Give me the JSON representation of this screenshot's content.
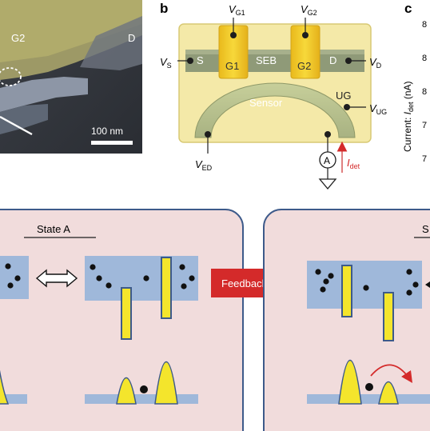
{
  "panel_a": {
    "label_g2": "G2",
    "label_d": "D",
    "scale_bar": "100 nm"
  },
  "panel_b": {
    "letter": "b",
    "vg1": "V",
    "vg1_sub": "G1",
    "vg2": "V",
    "vg2_sub": "G2",
    "vs": "V",
    "vs_sub": "S",
    "vd": "V",
    "vd_sub": "D",
    "vug": "V",
    "vug_sub": "UG",
    "ved": "V",
    "ved_sub": "ED",
    "s": "S",
    "g1": "G1",
    "seb": "SEB",
    "g2": "G2",
    "d": "D",
    "sensor": "Sensor",
    "ug": "UG",
    "ammeter": "A",
    "idet": "I",
    "idet_sub": "det"
  },
  "panel_c": {
    "letter": "c",
    "ylabel_prefix": "Current: ",
    "ylabel_i": "I",
    "ylabel_sub": "det",
    "ylabel_unit": " (nA)",
    "ticks": [
      "8",
      "8",
      "8",
      "7",
      "7"
    ]
  },
  "bottom": {
    "state_a": "State A",
    "feedback": "Feedback",
    "right_title_fragment": "S"
  },
  "colors": {
    "gate_yellow": "#f3d22a",
    "panel_pink": "#f1dcdc",
    "channel_blue": "#9fb8da",
    "frame_navy": "#3d5a8a",
    "arrow_red": "#d42a2a",
    "chip_cream": "#f4e9a8",
    "layer_olive": "#8f9a78"
  }
}
